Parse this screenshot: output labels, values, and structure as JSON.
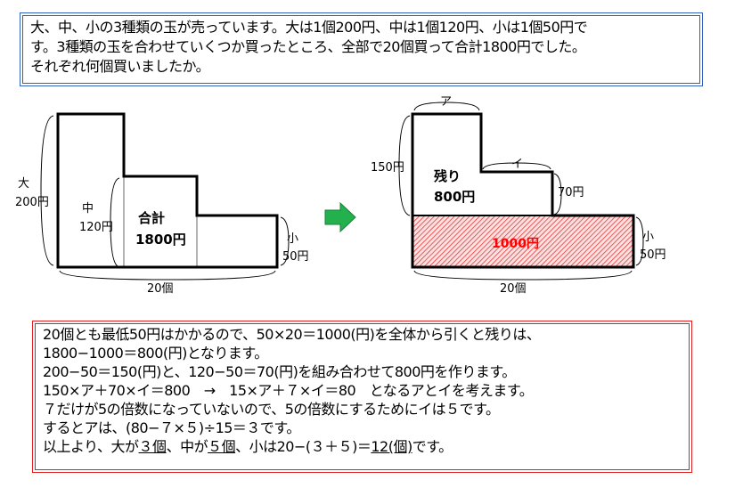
{
  "problem": {
    "lines": [
      "大、中、小の3種類の玉が売っています。大は1個200円、中は1個120円、小は1個50円で",
      "す。3種類の玉を合わせていくつか買ったところ、全部で20個買って合計1800円でした。",
      "それぞれ何個買いましたか。"
    ]
  },
  "left_diagram": {
    "large_label": "大",
    "large_price": "200円",
    "medium_label": "中",
    "medium_price": "120円",
    "total_label": "合計",
    "total_value": "1800円",
    "small_label": "小",
    "small_price": "50円",
    "count_label": "20個"
  },
  "arrow": {
    "icon": "right-arrow-icon",
    "color": "#22b14c"
  },
  "right_diagram": {
    "a_label": "ア",
    "a_price": "150円",
    "remain_label": "残り",
    "remain_value": "800円",
    "i_label": "イ",
    "i_price": "70円",
    "base_value": "1000円",
    "base_color": "#ff0000",
    "small_label": "小",
    "small_price": "50円",
    "count_label": "20個"
  },
  "solution": {
    "l1": "20個とも最低50円はかかるので、50×20＝1000(円)を全体から引くと残りは、",
    "l2": "1800−1000＝800(円)となります。",
    "l3": "200−50＝150(円)と、120−50＝70(円)を組み合わせて800円を作ります。",
    "l4": "150×ア＋70×イ＝800　→　15×ア＋７×イ＝80　となるアとイを考えます。",
    "l5": "７だけが5の倍数になっていないので、5の倍数にするためにイは５です。",
    "l6": "するとアは、(80−７×５)÷15＝３です。",
    "l7_a": "以上より、大が",
    "l7_b": "３個",
    "l7_c": "、中が",
    "l7_d": "５個",
    "l7_e": "、小は20−(３＋５)＝",
    "l7_f": "12(個)",
    "l7_g": "です。"
  }
}
